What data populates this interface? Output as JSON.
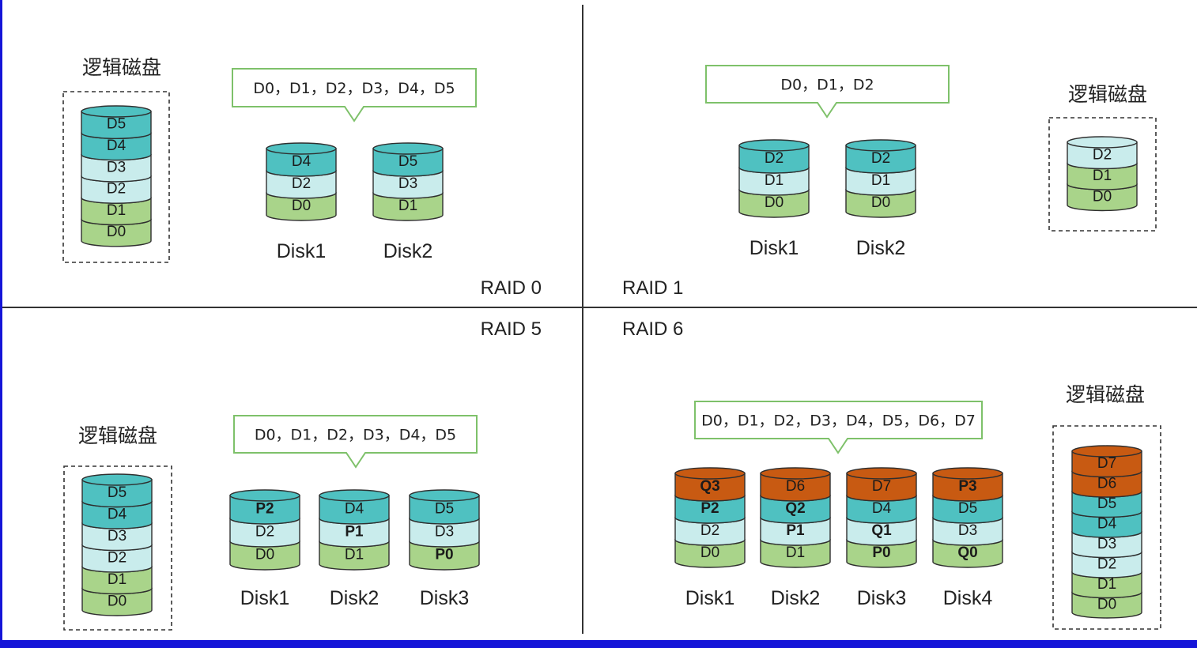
{
  "colors": {
    "frame": "#1515d8",
    "divider": "#333333",
    "dark_teal": "#4fc1c1",
    "light_teal": "#c9ecec",
    "green": "#a9d48a",
    "orange": "#c85a12",
    "box_border": "#7ec16a"
  },
  "logical_disk_label": "逻辑磁盘",
  "quadrants": [
    {
      "id": "raid0",
      "title": "RAID 0",
      "callout": "D0，D1，D2，D3，D4，D5",
      "logical": [
        "D5",
        "D4",
        "D3",
        "D2",
        "D1",
        "D0"
      ],
      "disks": [
        {
          "label": "Disk1",
          "blocks": [
            "D4",
            "D2",
            "D0"
          ]
        },
        {
          "label": "Disk2",
          "blocks": [
            "D5",
            "D3",
            "D1"
          ]
        }
      ]
    },
    {
      "id": "raid1",
      "title": "RAID 1",
      "callout": "D0，D1，D2",
      "logical": [
        "D2",
        "D1",
        "D0"
      ],
      "disks": [
        {
          "label": "Disk1",
          "blocks": [
            "D2",
            "D1",
            "D0"
          ]
        },
        {
          "label": "Disk2",
          "blocks": [
            "D2",
            "D1",
            "D0"
          ]
        }
      ]
    },
    {
      "id": "raid5",
      "title": "RAID 5",
      "callout": "D0，D1，D2，D3，D4，D5",
      "logical": [
        "D5",
        "D4",
        "D3",
        "D2",
        "D1",
        "D0"
      ],
      "disks": [
        {
          "label": "Disk1",
          "blocks": [
            "P2",
            "D2",
            "D0"
          ]
        },
        {
          "label": "Disk2",
          "blocks": [
            "D4",
            "P1",
            "D1"
          ]
        },
        {
          "label": "Disk3",
          "blocks": [
            "D5",
            "D3",
            "P0"
          ]
        }
      ]
    },
    {
      "id": "raid6",
      "title": "RAID 6",
      "callout": "D0，D1，D2，D3，D4，D5，D6，D7",
      "logical": [
        "D7",
        "D6",
        "D5",
        "D4",
        "D3",
        "D2",
        "D1",
        "D0"
      ],
      "disks": [
        {
          "label": "Disk1",
          "blocks": [
            "Q3",
            "P2",
            "D2",
            "D0"
          ]
        },
        {
          "label": "Disk2",
          "blocks": [
            "D6",
            "Q2",
            "P1",
            "D1"
          ]
        },
        {
          "label": "Disk3",
          "blocks": [
            "D7",
            "D4",
            "Q1",
            "P0"
          ]
        },
        {
          "label": "Disk4",
          "blocks": [
            "P3",
            "D5",
            "D3",
            "Q0"
          ]
        }
      ]
    }
  ]
}
